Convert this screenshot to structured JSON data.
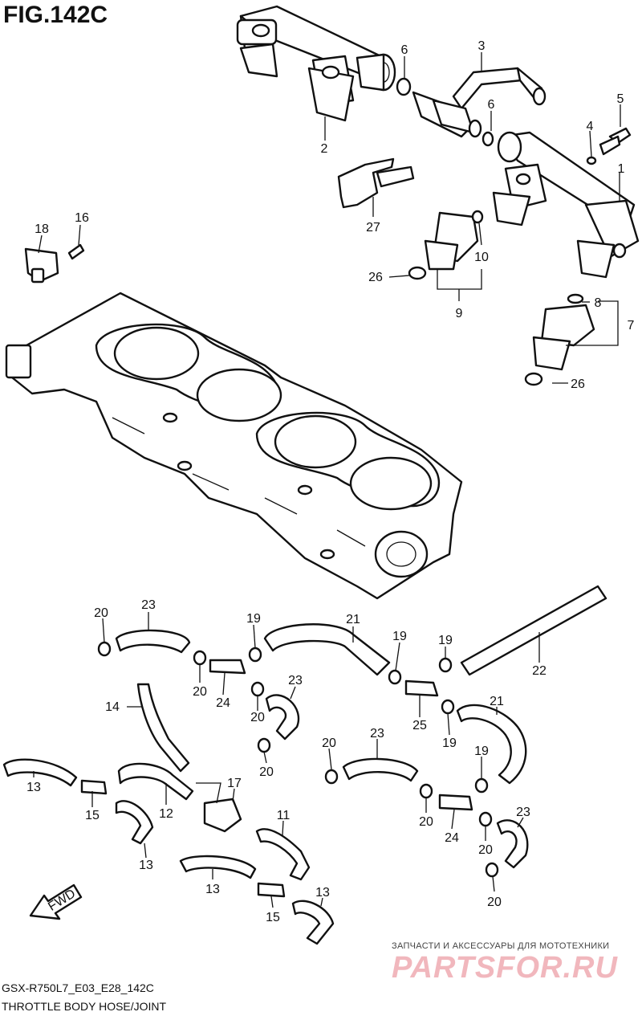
{
  "figure": {
    "title": "FIG.142C",
    "code": "GSX-R750L7_E03_E28_142C",
    "name": "THROTTLE BODY HOSE/JOINT"
  },
  "watermark": {
    "caption": "ЗАПЧАСТИ И АКСЕССУАРЫ ДЛЯ МОТОТЕХНИКИ",
    "brand": "PARTSFOR.RU"
  },
  "fwd_label": "FWD",
  "callouts": [
    "1",
    "2",
    "3",
    "4",
    "5",
    "6",
    "6",
    "7",
    "8",
    "9",
    "10",
    "11",
    "12",
    "13",
    "13",
    "13",
    "13",
    "14",
    "15",
    "15",
    "16",
    "17",
    "18",
    "19",
    "19",
    "19",
    "19",
    "19",
    "20",
    "20",
    "20",
    "20",
    "20",
    "20",
    "20",
    "20",
    "21",
    "21",
    "22",
    "23",
    "23",
    "23",
    "23",
    "24",
    "24",
    "25",
    "26",
    "26",
    "27"
  ]
}
